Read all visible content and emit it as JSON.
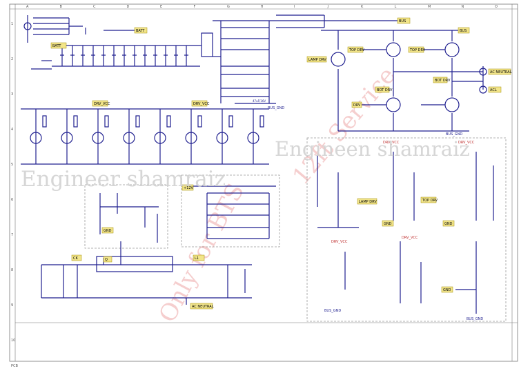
{
  "grid": {
    "columns": [
      "A",
      "B",
      "C",
      "D",
      "E",
      "F",
      "G",
      "H",
      "I",
      "J",
      "K",
      "L",
      "M",
      "N",
      "O"
    ],
    "rows": [
      "1",
      "2",
      "3",
      "4",
      "5",
      "6",
      "7",
      "8",
      "9",
      "10"
    ]
  },
  "watermarks": {
    "primary": "Engineen shamraiz",
    "secondary": "Engineer shamraiz",
    "diagonal_left": "Only for BTS",
    "diagonal_right": "12ft Service"
  },
  "net_labels": {
    "batt_in": "BATT",
    "batt_out": "BATT",
    "bus_top": "BUS",
    "bus_right": "BUS",
    "bus_gnd": "BUS_GND",
    "bus_gnd_2": "BUS_GND",
    "bus_gnd_3": "BUS_GND",
    "bus_gnd_4": "BUS_GND",
    "top_drv_1": "TOP DRV",
    "top_drv_2": "TOP DRV",
    "top_drv_3": "TOP DRV",
    "bot_drv_1": "BOT DRV",
    "bot_drv_2": "BOT DRV",
    "lamp_drv": "LAMP DRV",
    "lamp_drv_2": "LAMP DRV",
    "ac_neutral": "AC NEUTRAL",
    "ac_neutral_2": "AC NEUTRAL",
    "acl": "ACL",
    "drv_vcc_1": "DRV_VCC",
    "drv_vcc_2": "DRV_VCC",
    "drv_vcc_3": "DRV_VCC",
    "drv_vcc_4": "DRV_VCC",
    "drv_vcc_5": "DRV_VCC",
    "drv_vcc_6": "DRV_VCC",
    "drv": "DRV",
    "gnd_1": "GND",
    "gnd_2": "GND",
    "gnd_3": "GND",
    "gnd_4": "GND",
    "v12": "+12V",
    "cap_note": "47uF/16V",
    "ck": "CK",
    "l1": "L1",
    "q": "Q",
    "page_id": "PCB"
  },
  "colors": {
    "wire": "#1f1f8f",
    "label_fill": "#f2e58a",
    "label_stroke": "#a08a00",
    "grid": "#777777",
    "watermark": "#d9d9d9",
    "watermark_red": "#f3b9b9"
  }
}
